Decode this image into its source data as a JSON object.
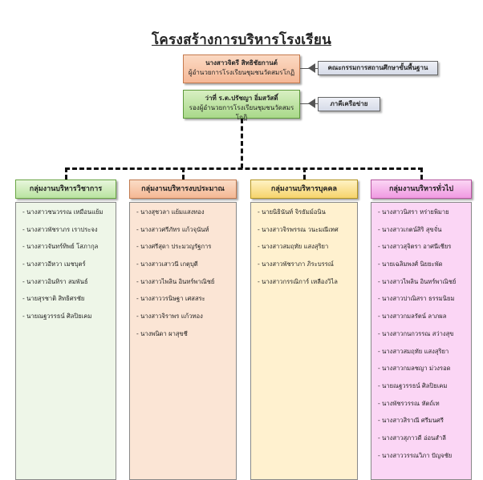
{
  "title": "โครงสร้างการบริหารโรงเรียน",
  "director": {
    "name": "นางสาวจิตรี สิทธิชัยกานต์",
    "position": "ผู้อำนวยการโรงเรียนชุมชนวัดสมรโกฏิ"
  },
  "deputy": {
    "name": "ว่าที่ ร.ต.ปรัชญา อิ่มสวัสดิ์",
    "position": "รองผู้อำนวยการโรงเรียนชุมชนวัดสมรโกฏิ"
  },
  "board": "คณะกรรมการสถานศึกษาขั้นพื้นฐาน",
  "network": "ภาคีเครือข่าย",
  "groups": [
    {
      "name": "กลุ่มงานบริหารวิชาการ",
      "members": [
        "นางสาวชนวรรณ เหมือนแย้ม",
        "นางสาวพัชราภร เราประจง",
        "นางสาวจันทร์ทิพย์ โสภากุล",
        "นางสาวอีหวา เมชบุตร์",
        "นางสาวอินทิรา สมพันธ์",
        "นายสุรชาติ สิทธิศรชัย",
        "นายณฐวรรธน์ ศิลปิยเคม"
      ]
    },
    {
      "name": "กลุ่มงานบริหารงบประมาณ",
      "members": [
        "นางสุชวลา แย้มแสงทอง",
        "นางสาวศรีภัทร แก้วจุนันท์",
        "นางศรีสุดา ประมวญรัฐการ",
        "นางสาวเสาวนี เกตุบุตี",
        "นางสาวไพลิน อินทร์พาณิชย์",
        "นางสาววรนิษฐา เศสสระ",
        "นางสาวจิราพร แก้วทอง",
        "นางพนิดา ผาสุขชี"
      ]
    },
    {
      "name": "กลุ่มงานบริหารบุคคล",
      "members": [
        "นายนิธินันท์ จิรธัมม์อนิน",
        "นางสาวจิรพรรณ วนะมณีเทศ",
        "นางสาวสมฤทัย แสงสุริยา",
        "นางสาวพัชราภา ภิระบรรณ์",
        "นางสาวกรรณิการ์ เหลืองวิไล"
      ]
    },
    {
      "name": "กลุ่มงานบริหารทั่วไป",
      "members": [
        "นางสาวนิสรา หร่ายพิมาย",
        "นางสาวเกตน์สิริ สุขจั่น",
        "นางสาวสุจิตรา อาศนีเชียร",
        "นายเฉลิมพงศ์ นิยยะพัด",
        "นางสาวไพลิน อินทร์พาณิชย์",
        "นางสาวปาณิสรา ธรรมนิยม",
        "นางสาวกมลรัตน์ ลาภผล",
        "นางสาวกนกวรรณ สว่างสุข",
        "นางสาวสมฤทัย แสงสุริยา",
        "นางสาวกมลชญา ม่วงรอด",
        "นายณฐวรรธน์ ศิลปิยเคม",
        "นางพัชรวรรณ หัตถ์เท",
        "นางสาวสิราณี ศรีมนศรี",
        "นางสาวสุภาวดี อ่อนสำลี",
        "นางสาววรรณวิภา ปัญจชัย"
      ]
    }
  ]
}
